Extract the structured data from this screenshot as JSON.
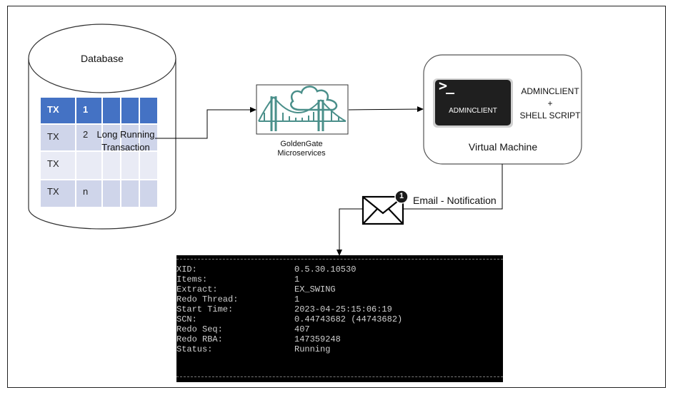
{
  "database": {
    "title": "Database",
    "rows": [
      {
        "col1": "TX",
        "col2": "1"
      },
      {
        "col1": "TX",
        "col2": "2"
      },
      {
        "col1": "TX",
        "col2": ""
      },
      {
        "col1": "TX",
        "col2": "n"
      }
    ],
    "highlight_label": [
      "Long Running",
      "Transaction"
    ]
  },
  "goldengate": {
    "caption": [
      "GoldenGate",
      "Microservices"
    ]
  },
  "virtual_machine": {
    "title": "Virtual Machine",
    "terminal_label": "ADMINCLIENT",
    "prompt": ">_",
    "side_text": [
      "ADMINCLIENT",
      "+",
      "SHELL SCRIPT"
    ]
  },
  "notification": {
    "label": "Email - Notification",
    "badge": "1"
  },
  "terminal": {
    "rows": [
      {
        "key": "XID:",
        "value": "0.5.30.10530"
      },
      {
        "key": "Items:",
        "value": "1"
      },
      {
        "key": "Extract:",
        "value": "EX_SWING"
      },
      {
        "key": "Redo Thread:",
        "value": "1"
      },
      {
        "key": "Start Time:",
        "value": "2023-04-25:15:06:19"
      },
      {
        "key": "SCN:",
        "value": "0.44743682 (44743682)"
      },
      {
        "key": "Redo Seq:",
        "value": "407"
      },
      {
        "key": "Redo RBA:",
        "value": "147359248"
      },
      {
        "key": "Status:",
        "value": "Running"
      }
    ]
  },
  "colors": {
    "header_blue": "#4472c4",
    "row_blue": "#cfd5ea",
    "row_light": "#e9ebf5",
    "bridge_teal": "#4a8f8a"
  }
}
